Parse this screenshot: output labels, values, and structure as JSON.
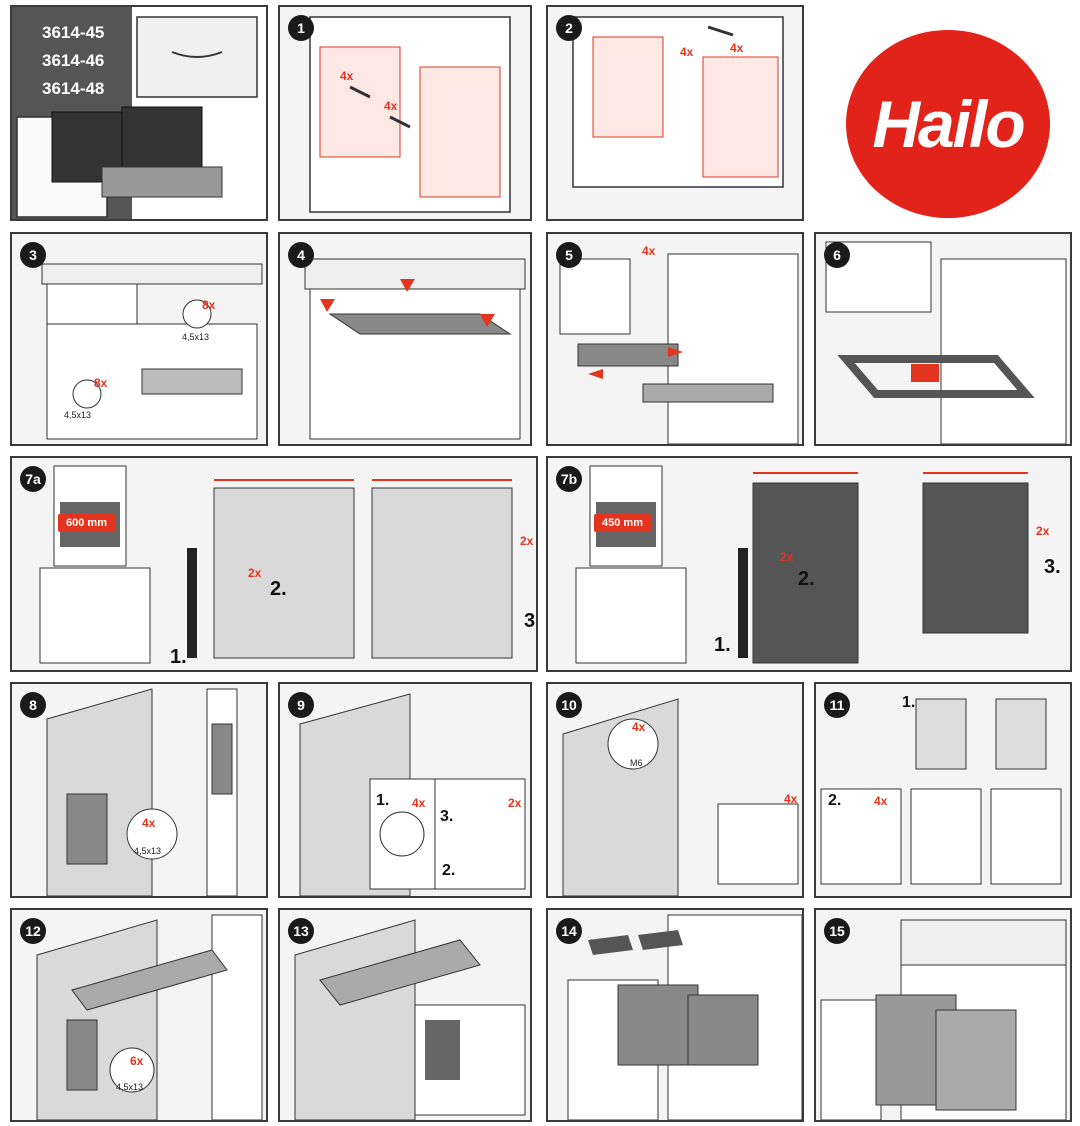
{
  "brand": {
    "name": "Hailo",
    "color": "#e2231a"
  },
  "article_numbers": [
    "3614-45",
    "3614-46",
    "3614-48"
  ],
  "accent_color": "#e3341f",
  "steps": [
    {
      "id": "1",
      "label": "1"
    },
    {
      "id": "2",
      "label": "2"
    },
    {
      "id": "3",
      "label": "3"
    },
    {
      "id": "4",
      "label": "4"
    },
    {
      "id": "5",
      "label": "5"
    },
    {
      "id": "6",
      "label": "6"
    },
    {
      "id": "7a",
      "label": "7a"
    },
    {
      "id": "7b",
      "label": "7b"
    },
    {
      "id": "8",
      "label": "8"
    },
    {
      "id": "9",
      "label": "9"
    },
    {
      "id": "10",
      "label": "10"
    },
    {
      "id": "11",
      "label": "11"
    },
    {
      "id": "12",
      "label": "12"
    },
    {
      "id": "13",
      "label": "13"
    },
    {
      "id": "14",
      "label": "14"
    },
    {
      "id": "15",
      "label": "15"
    }
  ],
  "annotations": {
    "qty_4x": "4x",
    "qty_8x": "8x",
    "qty_2x": "2x",
    "qty_6x": "6x",
    "screw_size": "4,5x13",
    "bolt_size": "M6",
    "cabinet_600": "600 mm",
    "cabinet_450": "450 mm",
    "sub_1": "1.",
    "sub_2": "2.",
    "sub_3": "3."
  }
}
